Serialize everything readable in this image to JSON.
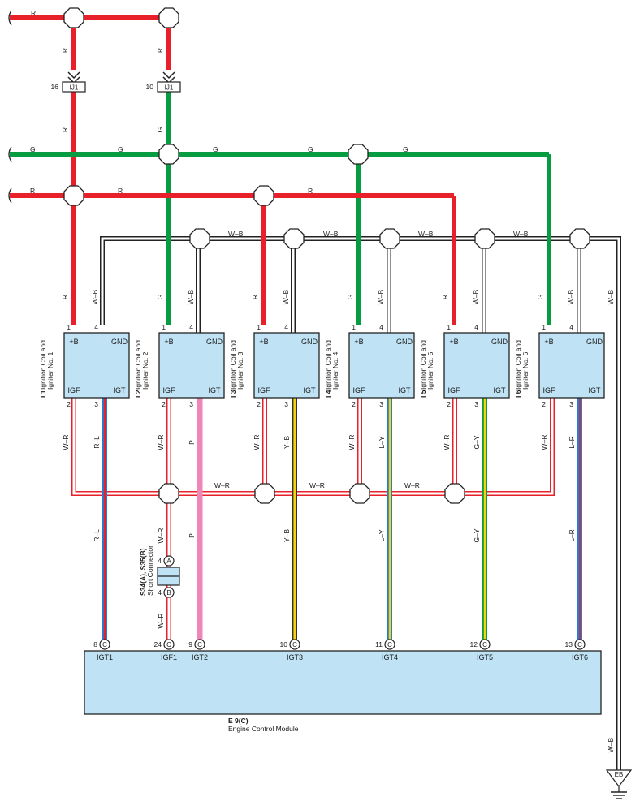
{
  "colors": {
    "R": "#e8202a",
    "G": "#079c42",
    "P": "#ee87b7",
    "Y": "#f5d20c",
    "L": "#1e7fd6",
    "component_fill": "#bfe3f5"
  },
  "wire_codes": {
    "R": "R",
    "G": "G",
    "WB": "W–B",
    "WR": "W–R",
    "RL": "R–L",
    "P": "P",
    "YB": "Y–B",
    "LY": "L–Y",
    "GY": "G–Y",
    "LR": "L–R"
  },
  "junction_connector": {
    "name": "IJ1",
    "pins": [
      "16",
      "10"
    ]
  },
  "terminals": {
    "plus_b": "+B",
    "gnd": "GND",
    "igf": "IGF",
    "igt": "IGT",
    "pin_plus_b": "1",
    "pin_gnd": "4",
    "pin_igf": "2",
    "pin_igt": "3"
  },
  "coils": [
    {
      "code": "I 1",
      "line1": "Ignition Coil and",
      "line2": "Igniter No. 1",
      "power": "R"
    },
    {
      "code": "I 2",
      "line1": "Ignition Coil and",
      "line2": "Igniter No. 2",
      "power": "G"
    },
    {
      "code": "I 3",
      "line1": "Ignition Coil and",
      "line2": "Igniter No. 3",
      "power": "R"
    },
    {
      "code": "I 4",
      "line1": "Ignition Coil and",
      "line2": "Igniter No. 4",
      "power": "G"
    },
    {
      "code": "I 5",
      "line1": "Ignition Coil and",
      "line2": "Igniter No. 5",
      "power": "R"
    },
    {
      "code": "I 6",
      "line1": "Ignition Coil and",
      "line2": "Igniter No. 6",
      "power": "G"
    }
  ],
  "short_connector": {
    "code": "S34(A), S35(B)",
    "name": "Short Connector",
    "pin_a": "4",
    "pin_b": "4",
    "label_a": "A",
    "label_b": "B"
  },
  "ecm": {
    "code": "E 9(C)",
    "name": "Engine Control Module",
    "connector": "C",
    "pins": [
      {
        "pin": "8",
        "label": "IGT1"
      },
      {
        "pin": "24",
        "label": "IGF1"
      },
      {
        "pin": "9",
        "label": "IGT2"
      },
      {
        "pin": "10",
        "label": "IGT3"
      },
      {
        "pin": "11",
        "label": "IGT4"
      },
      {
        "pin": "12",
        "label": "IGT5"
      },
      {
        "pin": "13",
        "label": "IGT6"
      }
    ]
  },
  "ground": {
    "name": "EB"
  }
}
